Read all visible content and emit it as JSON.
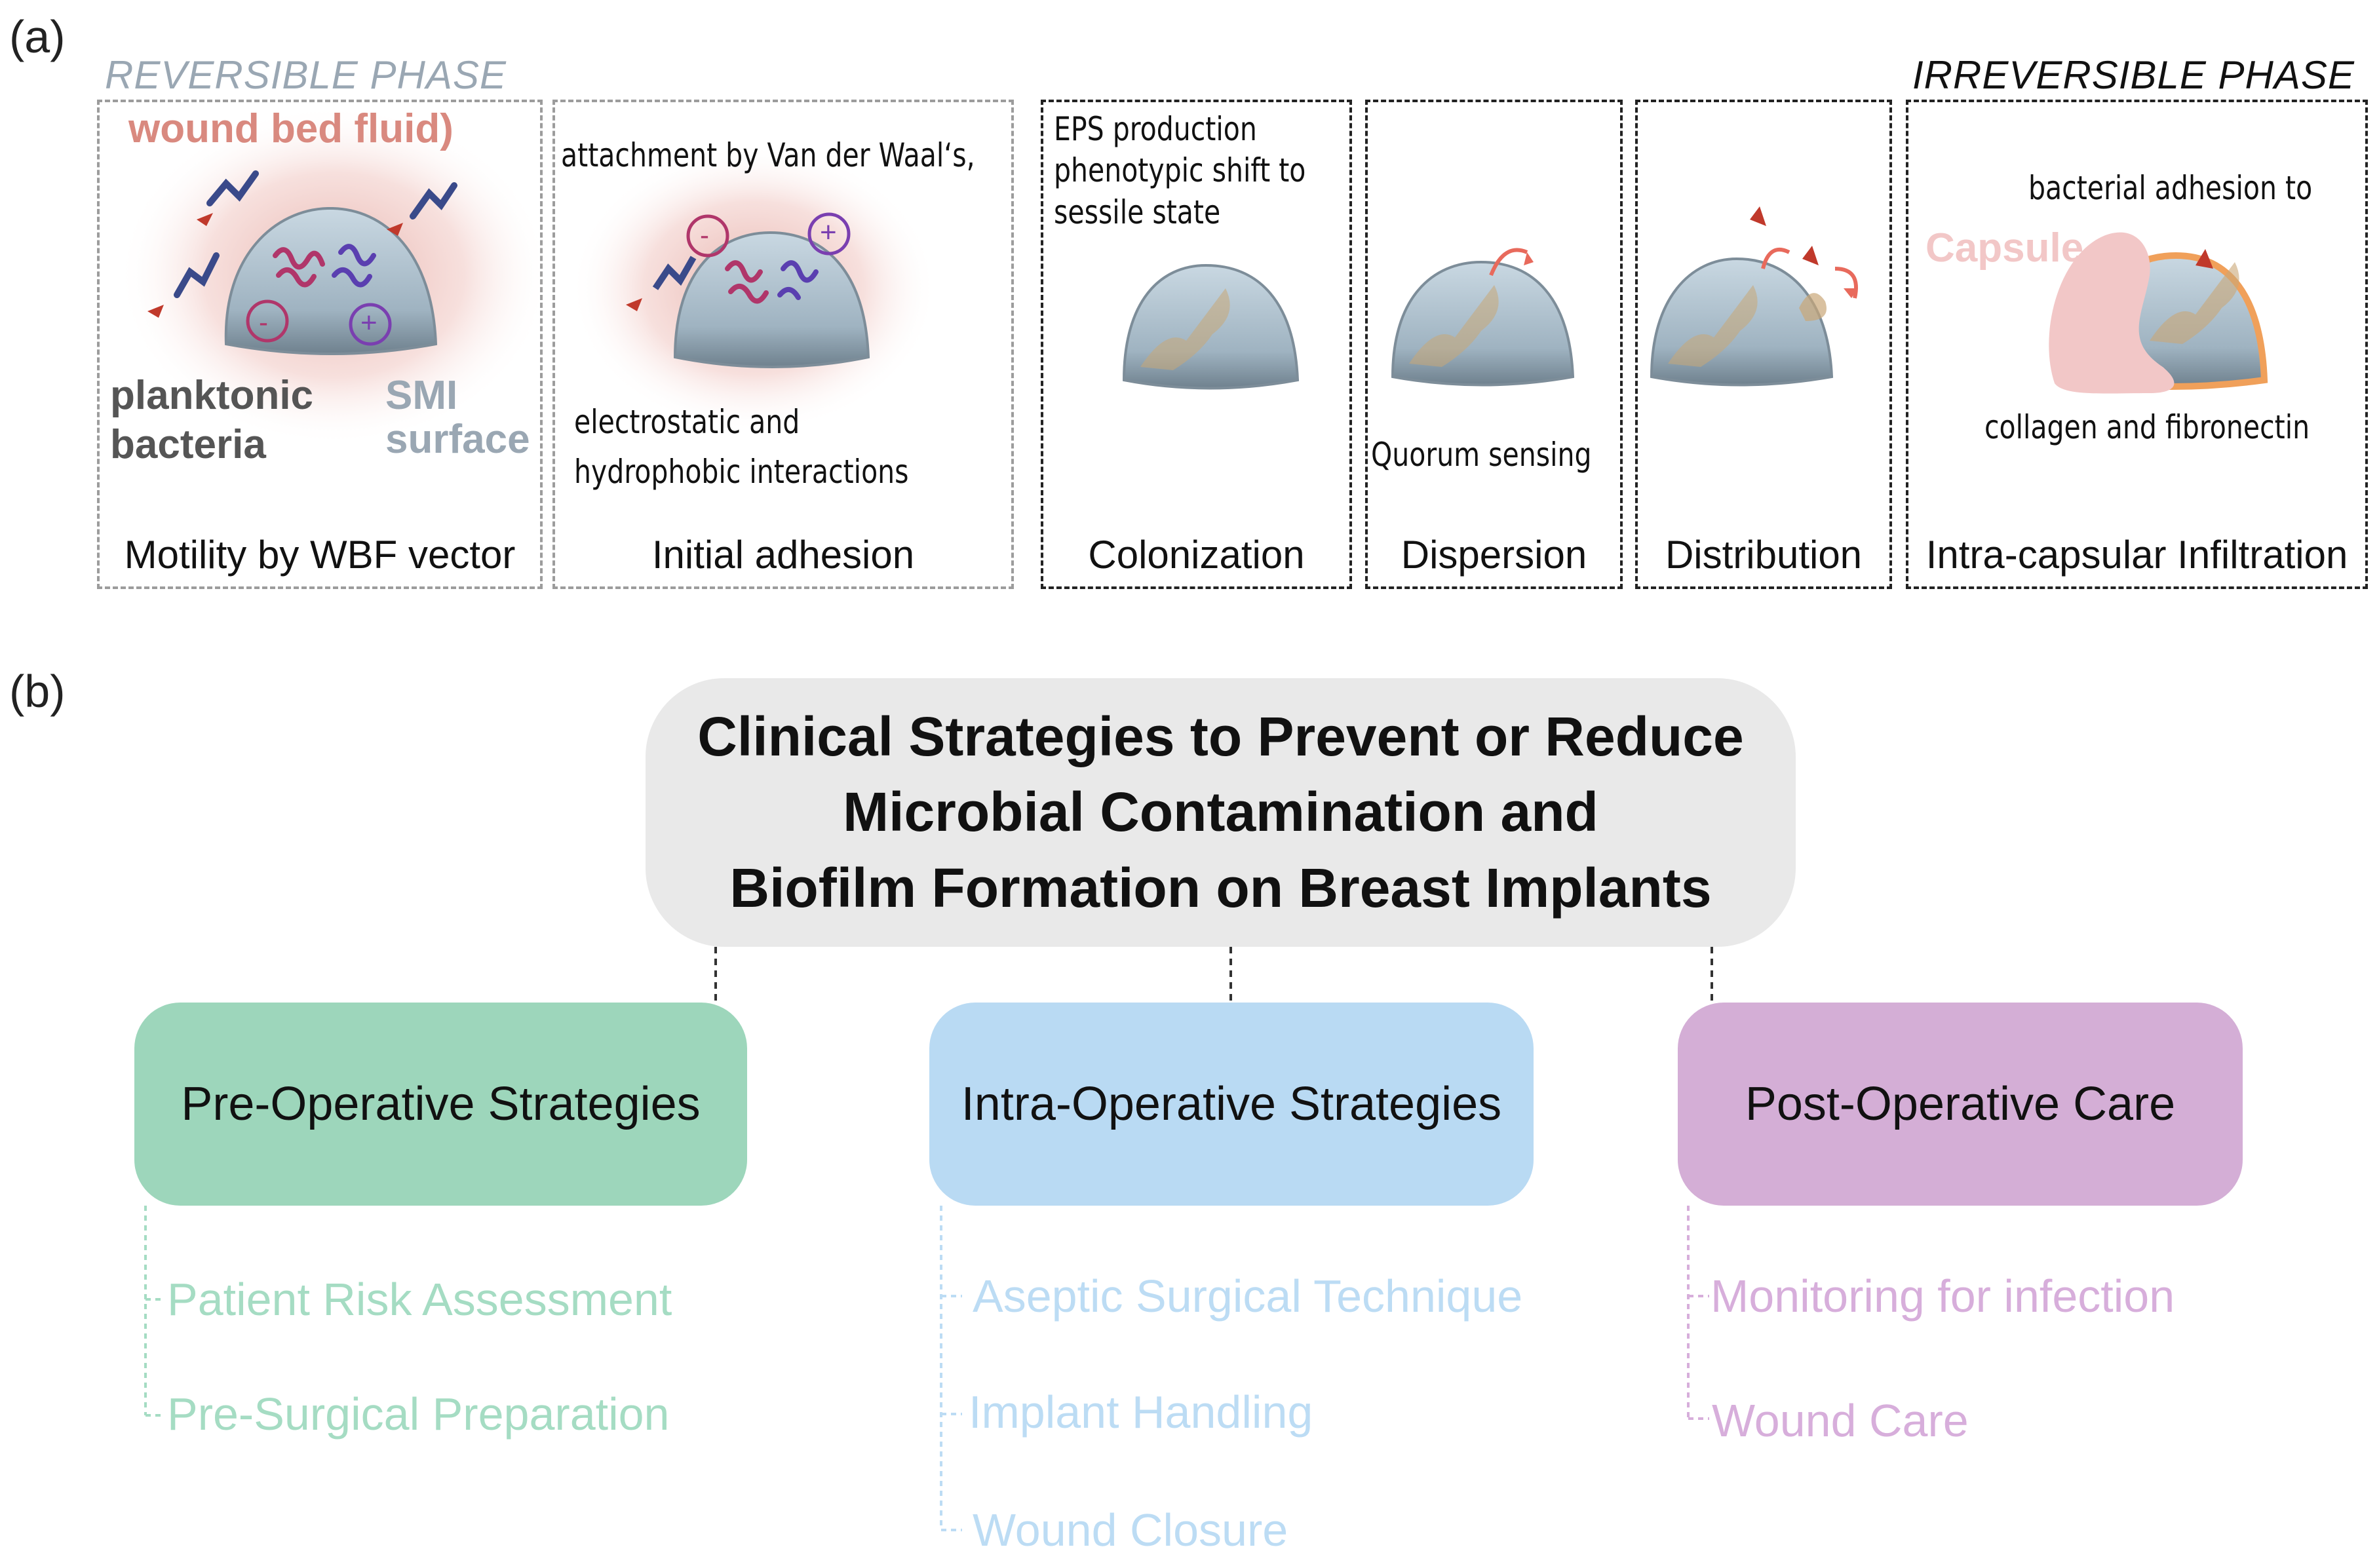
{
  "panel_a": {
    "label": "(a)",
    "reversible_phase": "REVERSIBLE PHASE",
    "irreversible_phase": "IRREVERSIBLE PHASE",
    "stages": [
      {
        "title": "Motility by WBF vector"
      },
      {
        "title": "Initial adhesion"
      },
      {
        "title": "Colonization"
      },
      {
        "title": "Dispersion"
      },
      {
        "title": "Distribution"
      },
      {
        "title": "Intra-capsular Infiltration"
      }
    ],
    "labels": {
      "wound_bed_fluid": "wound bed fluid)",
      "planktonic": "planktonic",
      "bacteria": "bacteria",
      "smi": "SMI",
      "surface": "surface",
      "attachment": "attachment by Van der Waal‘s,",
      "electrostatic": "electrostatic and",
      "hydrophobic": "hydrophobic interactions",
      "eps_1": "EPS production",
      "eps_2": "phenotypic shift to",
      "eps_3": "sessile state",
      "quorum": "Quorum sensing",
      "bacterial_adhesion": "bacterial adhesion to",
      "capsule": "Capsule",
      "collagen": "collagen and fibronectin",
      "minus": "-",
      "plus": "+"
    },
    "colors": {
      "wound_fluid": "#d9897f",
      "smi_gray": "#9aa7b3",
      "capsule_pink": "#f2c7c7",
      "red_bacteria": "#c0392b",
      "blue_bacteria": "#3a4a8a",
      "purple_charge": "#7a3fb0",
      "magenta_charge": "#b0366a"
    }
  },
  "panel_b": {
    "label": "(b)",
    "title_lines": [
      "Clinical Strategies to Prevent or Reduce",
      "Microbial Contamination and",
      "Biofilm Formation on Breast Implants"
    ],
    "strategies": [
      {
        "label": "Pre-Operative Strategies",
        "color": "#9dd6bb",
        "text_color": "#a5dcc3",
        "items": [
          "Patient Risk Assessment",
          "Pre-Surgical Preparation"
        ]
      },
      {
        "label": "Intra-Operative Strategies",
        "color": "#b9daf3",
        "text_color": "#bcdcf4",
        "items": [
          "Aseptic Surgical Technique",
          "Implant Handling",
          "Wound Closure"
        ]
      },
      {
        "label": "Post-Operative Care",
        "color": "#d4aed6",
        "text_color": "#d7aedb",
        "items": [
          "Monitoring for infection",
          "Wound Care"
        ]
      }
    ]
  }
}
